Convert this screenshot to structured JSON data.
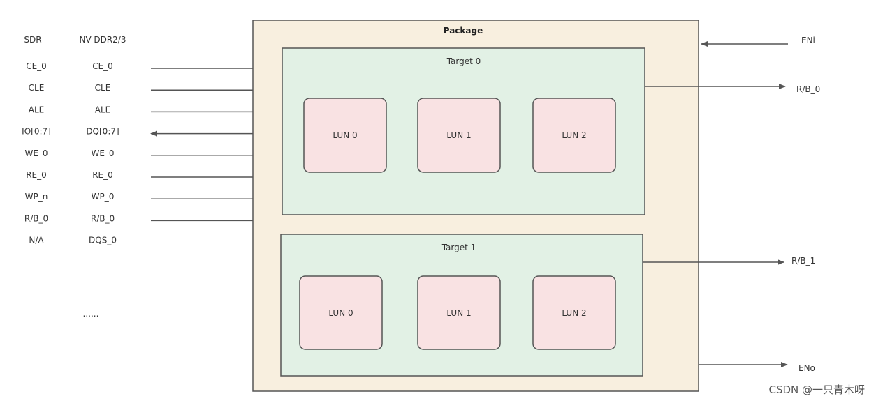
{
  "colors": {
    "package_fill": "#f8efdf",
    "target_fill": "#e2f1e5",
    "lun_fill": "#f9e2e3",
    "stroke": "#555555",
    "arrow": "#555555"
  },
  "column_headers": {
    "sdr": "SDR",
    "nvddr": "NV-DDR2/3"
  },
  "signals": [
    {
      "sdr": "CE_0",
      "nvddr": "CE_0",
      "arrow": "in"
    },
    {
      "sdr": "CLE",
      "nvddr": "CLE",
      "arrow": "in"
    },
    {
      "sdr": "ALE",
      "nvddr": "ALE",
      "arrow": "in"
    },
    {
      "sdr": "IO[0:7]",
      "nvddr": "DQ[0:7]",
      "arrow": "both"
    },
    {
      "sdr": "WE_0",
      "nvddr": "WE_0",
      "arrow": "in"
    },
    {
      "sdr": "RE_0",
      "nvddr": "RE_0",
      "arrow": "in"
    },
    {
      "sdr": "WP_n",
      "nvddr": "WP_0",
      "arrow": "in"
    },
    {
      "sdr": "R/B_0",
      "nvddr": "R/B_0",
      "arrow": "in"
    },
    {
      "sdr": "N/A",
      "nvddr": "DQS_0",
      "arrow": "none"
    }
  ],
  "ellipsis": "......",
  "package": {
    "title": "Package",
    "targets": [
      {
        "title": "Target 0",
        "luns": [
          "LUN 0",
          "LUN 1",
          "LUN 2"
        ]
      },
      {
        "title": "Target 1",
        "luns": [
          "LUN 0",
          "LUN 1",
          "LUN 2"
        ]
      }
    ]
  },
  "right_signals": {
    "eni": "ENi",
    "rb0": "R/B_0",
    "rb1": "R/B_1",
    "eno": "ENo"
  },
  "watermark": "CSDN @一只青木呀"
}
